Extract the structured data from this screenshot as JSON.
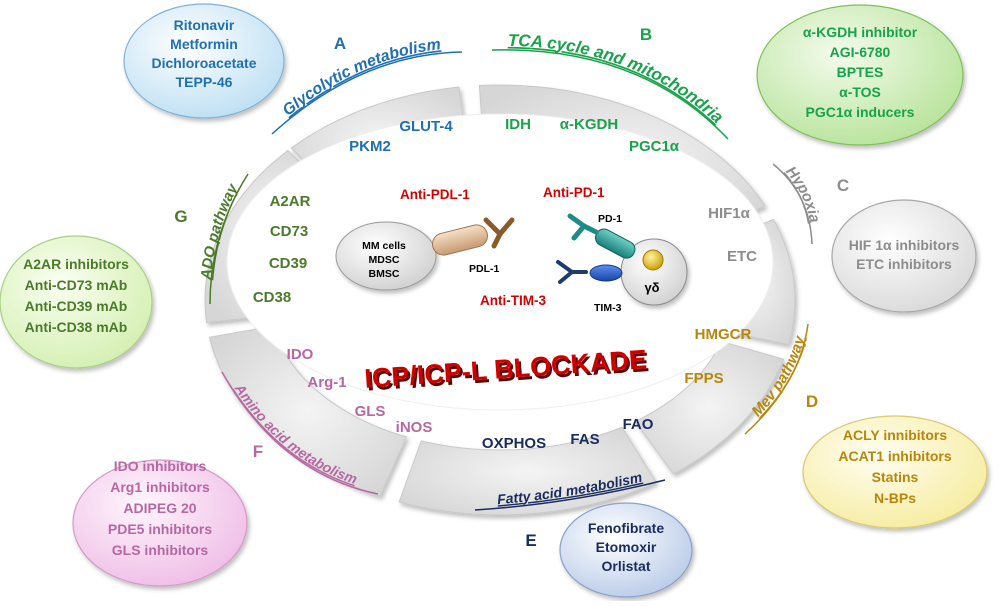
{
  "center": {
    "title": "ICP/ICP-L BLOCKADE",
    "title_color": "#c00000",
    "anti_pdl1": "Anti-PDL-1",
    "anti_pd1": "Anti-PD-1",
    "anti_tim3": "Anti-TIM-3",
    "cells_line1": "MM cells",
    "cells_line2": "MDSC",
    "cells_line3": "BMSC",
    "pdl1": "PDL-1",
    "pd1": "PD-1",
    "tim3": "TIM-3",
    "gamma_delta": "γδ"
  },
  "sections": {
    "A": {
      "letter": "A",
      "color": "#1f6fb4",
      "title": "Glycolytic metabolism",
      "targets": [
        "GLUT-4",
        "PKM2"
      ],
      "drugs": [
        "Ritonavir",
        "Metformin",
        "Dichloroacetate",
        "TEPP-46"
      ]
    },
    "B": {
      "letter": "B",
      "color": "#18a34a",
      "title": "TCA cycle and mitochondria",
      "targets": [
        "IDH",
        "α-KGDH",
        "PGC1α"
      ],
      "drugs": [
        "α-KGDH inhibitor",
        "AGI-6780",
        "BPTES",
        "α-TOS",
        "PGC1α inducers"
      ]
    },
    "C": {
      "letter": "C",
      "color": "#8c8c8c",
      "title": "Hypoxia",
      "targets": [
        "HIF1α",
        "ETC"
      ],
      "drugs": [
        "HIF 1α inhibitors",
        "ETC inhibitors"
      ]
    },
    "D": {
      "letter": "D",
      "color": "#b8860b",
      "title": "Mev pathway",
      "targets": [
        "HMGCR",
        "FPPS"
      ],
      "drugs": [
        "ACLY innibitors",
        "ACAT1 inhibitors",
        "Statins",
        "N-BPs"
      ]
    },
    "E": {
      "letter": "E",
      "color": "#1a2b5e",
      "title": "Fatty acid metabolism",
      "targets": [
        "OXPHOS",
        "FAS",
        "FAO"
      ],
      "drugs": [
        "Fenofibrate",
        "Etomoxir",
        "Orlistat"
      ]
    },
    "F": {
      "letter": "F",
      "color": "#b768a2",
      "title": "Amino acid metabolism",
      "targets": [
        "IDO",
        "Arg-1",
        "GLS",
        "iNOS"
      ],
      "drugs": [
        "IDO inhibitors",
        "Arg1 inhibitors",
        "ADIPEG 20",
        "PDE5 inhibitors",
        "GLS inhibitors"
      ]
    },
    "G": {
      "letter": "G",
      "color": "#4b7a2a",
      "title": "ADO pathway",
      "targets": [
        "A2AR",
        "CD73",
        "CD39",
        "CD38"
      ],
      "drugs": [
        "A2AR inhibitors",
        "Anti-CD73 mAb",
        "Anti-CD39 mAb",
        "Anti-CD38 mAb"
      ]
    }
  }
}
